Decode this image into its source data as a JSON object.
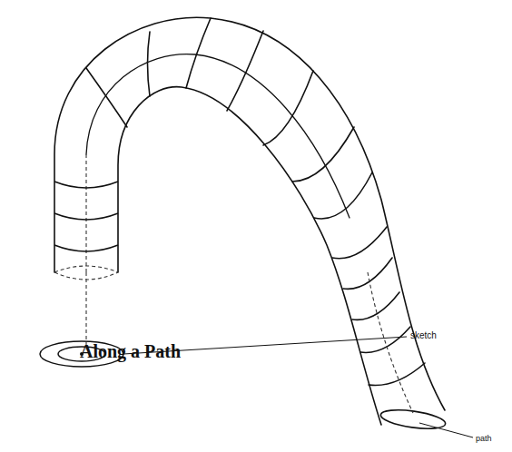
{
  "diagram": {
    "title": "Along a Path",
    "labels": [
      "sketch",
      "path"
    ]
  }
}
